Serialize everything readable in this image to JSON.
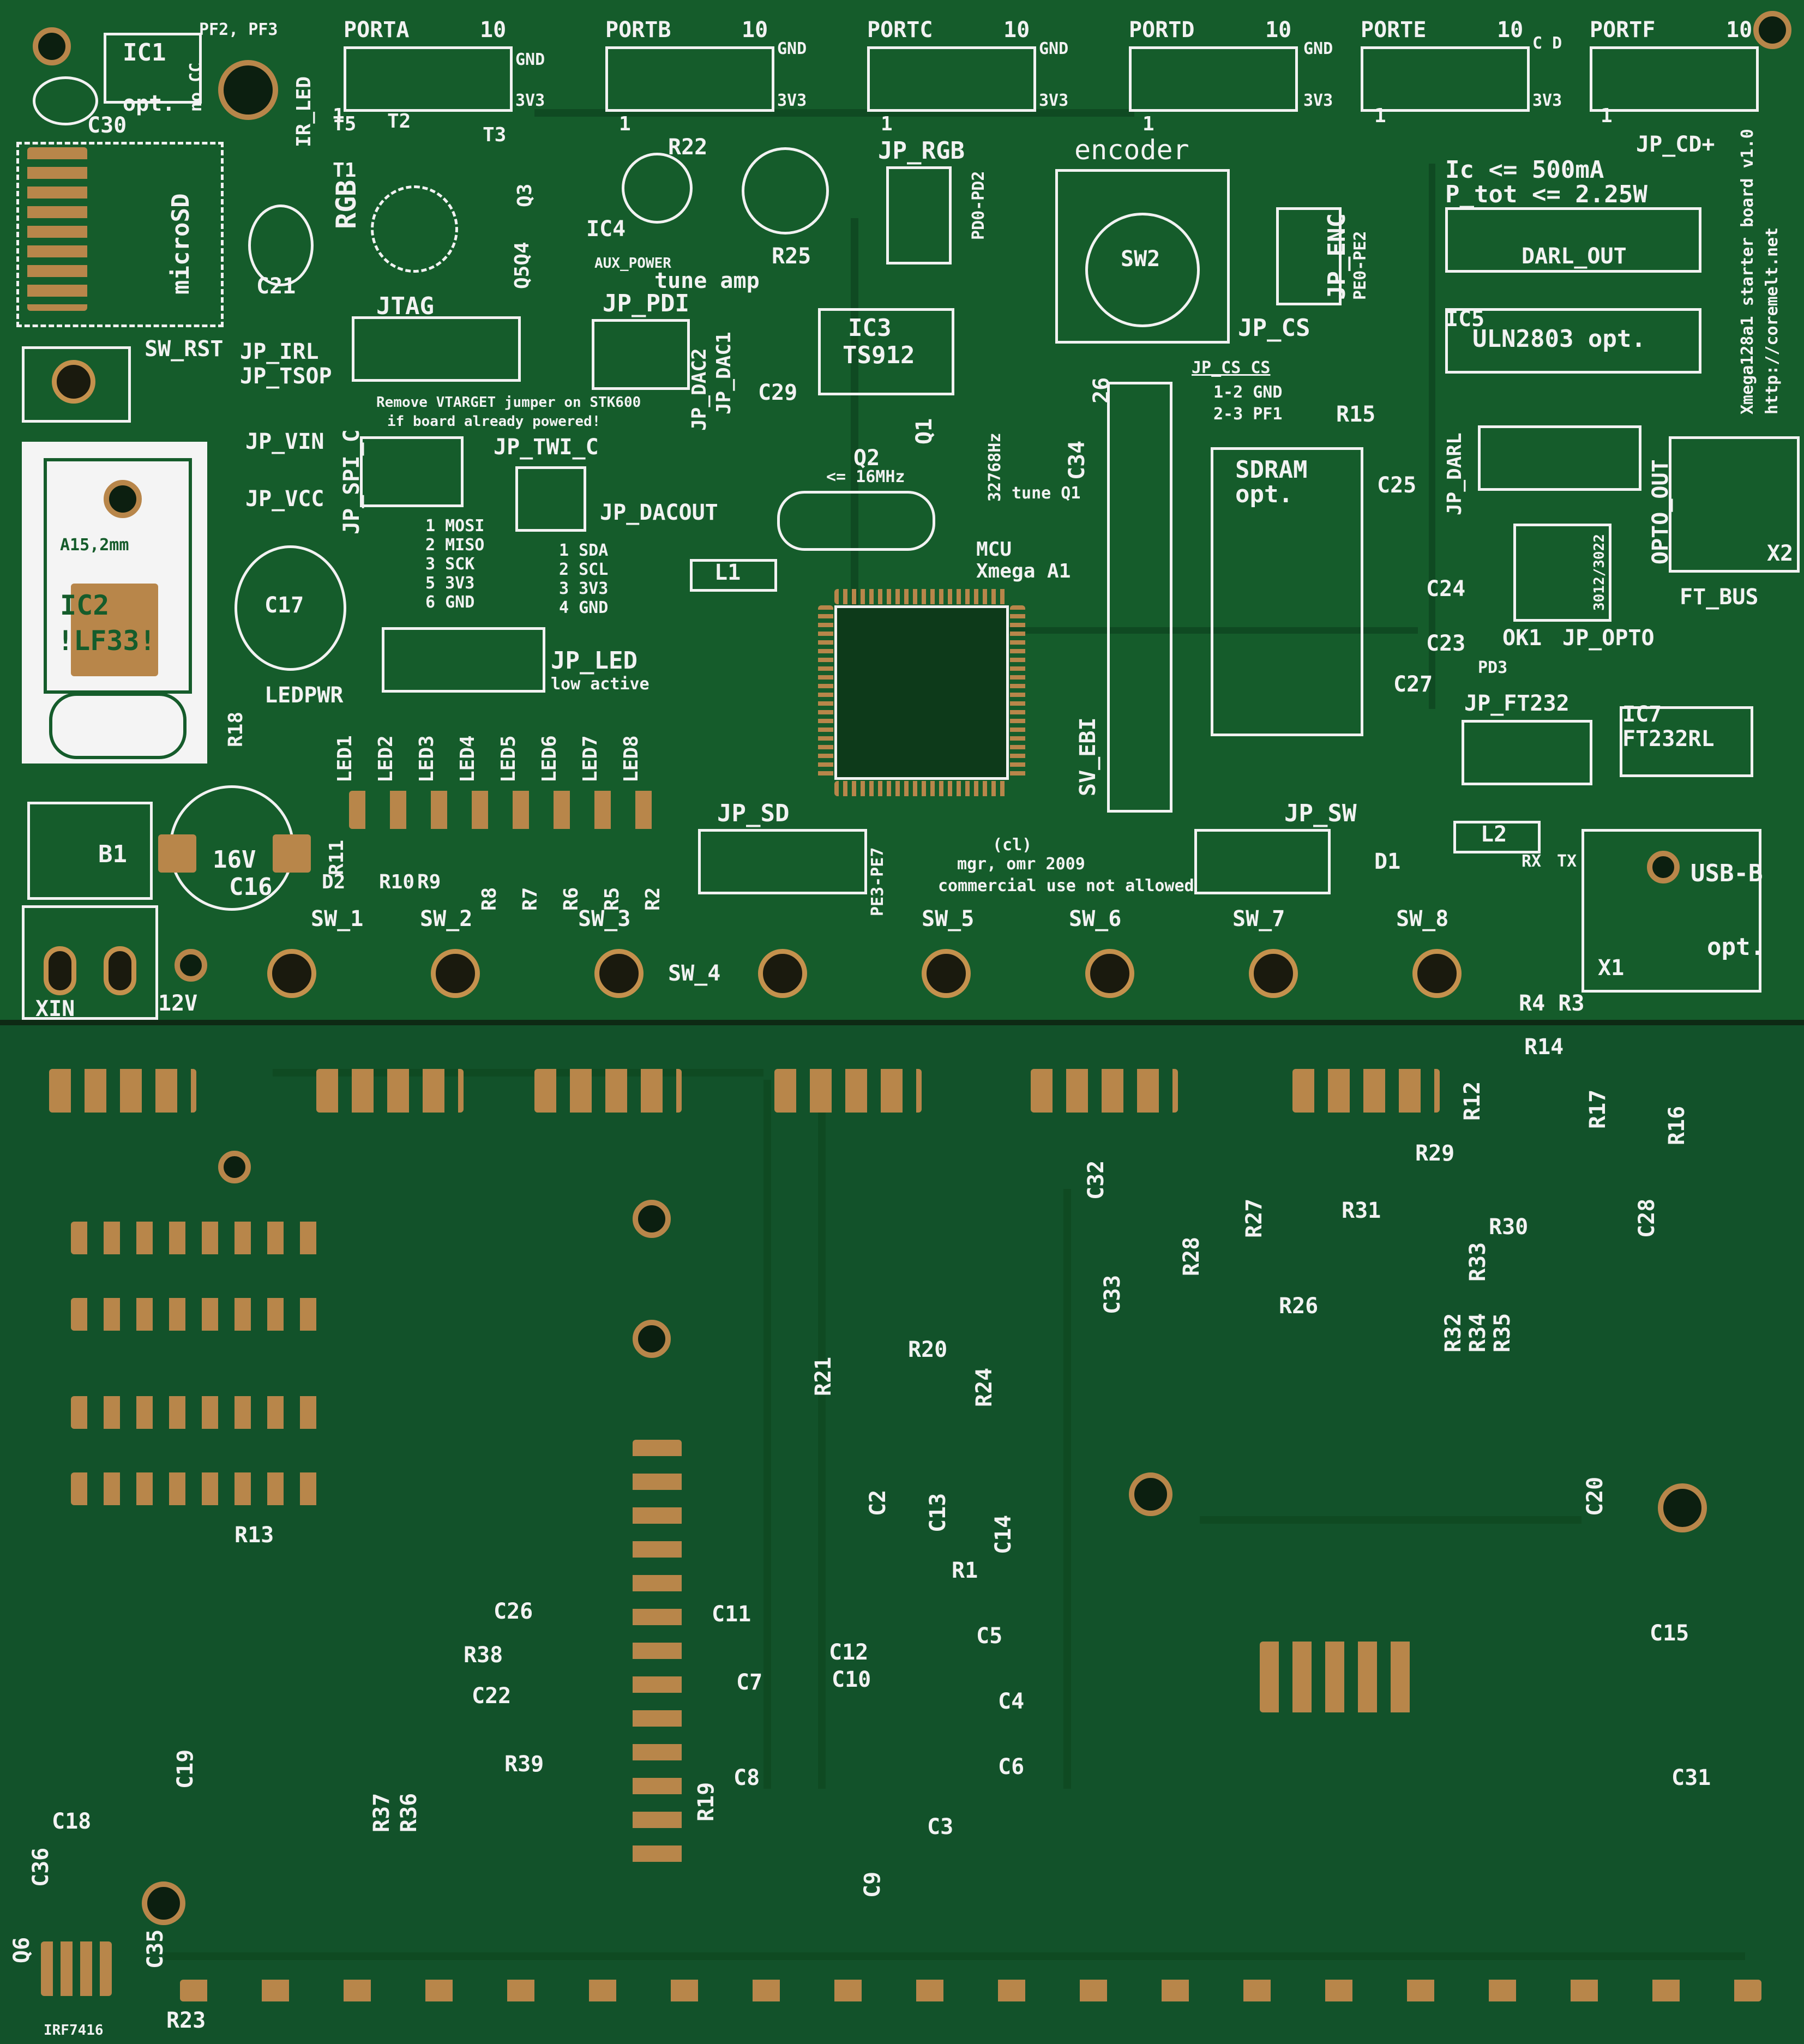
{
  "board_top": {
    "ports": [
      "PORTA",
      "PORTB",
      "PORTC",
      "PORTD",
      "PORTE",
      "PORTF"
    ],
    "port_pin10": "10",
    "port_pin1": "1",
    "gnd": "GND",
    "v33": "3V3",
    "ic1": "IC1",
    "ic1_opt": "opt.",
    "nc": "no CC",
    "pf": "PF2, PF3",
    "ir_led": "IR_LED",
    "c30": "C30",
    "microsd": "microSD",
    "t5": "T5",
    "t2": "T2",
    "t3": "T3",
    "t1": "T1",
    "rgb": "RGB",
    "q3": "Q3",
    "q5q4": "Q5Q4",
    "c21": "C21",
    "jtag": "JTAG",
    "sw_rst": "SW_RST",
    "jp_irl": "JP_IRL",
    "jp_tsop": "JP_TSOP",
    "stk_note1": "Remove VTARGET jumper on STK600",
    "stk_note2": "if board already powered!",
    "jp_vin": "JP_VIN",
    "jp_vcc": "JP_VCC",
    "jp_spi_c": "JP_SPI_C",
    "jp_twi_c": "JP_TWI_C",
    "spi_pins": [
      "1 MOSI",
      "2 MISO",
      "3 SCK",
      "5 3V3",
      "6 GND"
    ],
    "twi_pins": [
      "1 SDA",
      "2 SCL",
      "3 3V3",
      "4 GND"
    ],
    "a15": "A15,2mm",
    "ic2": "IC2",
    "lf33": "!LF33!",
    "c17": "C17",
    "ledpwr": "LEDPWR",
    "r18": "R18",
    "jp_led": "JP_LED",
    "low_active": "low active",
    "leds": [
      "LED1",
      "LED2",
      "LED3",
      "LED4",
      "LED5",
      "LED6",
      "LED7",
      "LED8"
    ],
    "b1": "B1",
    "v16": "16V",
    "c16": "C16",
    "r11": "R11",
    "r10": "R10",
    "r9": "R9",
    "d2": "D2",
    "r_row": [
      "R8",
      "R7",
      "R6",
      "R5",
      "R2"
    ],
    "xin": "XIN",
    "v12": "12V",
    "sw": [
      "SW_1",
      "SW_2",
      "SW_3",
      "SW_4",
      "SW_5",
      "SW_6",
      "SW_7",
      "SW_8"
    ],
    "r22": "R22",
    "ic4": "IC4",
    "aux_power": "AUX_POWER",
    "tune_amp": "tune amp",
    "r25": "R25",
    "jp_pdi": "JP_PDI",
    "jp_rgb": "JP_RGB",
    "pd0_pd2": "PD0-PD2",
    "ic3": "IC3",
    "ts912": "TS912",
    "c29": "C29",
    "jp_dac2": "JP_DAC2",
    "jp_dac1": "JP_DAC1",
    "q1": "Q1",
    "q2": "Q2",
    "mhz": "<= 16MHz",
    "khz": "32768Hz",
    "c34": "C34",
    "tune_q1": "tune Q1",
    "jp_dacout": "JP_DACOUT",
    "l1": "L1",
    "mcu": "MCU",
    "xmega": "Xmega A1",
    "encoder": "encoder",
    "sw2": "SW2",
    "jp_enc": "JP_ENC",
    "pe0_pe2": "PE0-PE2",
    "jp_cs": "JP_CS",
    "jp_cs_table_head": "JP_CS CS",
    "jp_cs_rows": [
      "1-2 GND",
      "2-3 PF1"
    ],
    "num26": "26",
    "sv_ebi": "SV_EBI",
    "sdram": "SDRAM",
    "sdram_opt": "opt.",
    "c25": "C25",
    "c24": "C24",
    "c23": "C23",
    "c27": "C27",
    "r15": "R15",
    "ic_limit": "Ic <= 500mA",
    "p_tot": "P_tot <= 2.25W",
    "darl_out": "DARL_OUT",
    "ic5": "IC5",
    "uln": "ULN2803 opt.",
    "jp_cd": "JP_CD+",
    "starter": "Xmega128a1 starter board v1.0",
    "url": "http://coremelt.net",
    "jp_darl": "JP_DARL",
    "opto_out": "OPTO_OUT",
    "x2": "X2",
    "opto_chip": "3012/3022",
    "ft_bus": "FT_BUS",
    "ok1": "OK1",
    "jp_opto": "JP_OPTO",
    "pd3": "PD3",
    "jp_ft232": "JP_FT232",
    "ic7": "IC7",
    "ft232rl": "FT232RL",
    "jp_sd": "JP_SD",
    "pe3_pe7": "PE3-PE7",
    "copyright1": "(cl)",
    "copyright2": "mgr, omr 2009",
    "copyright3": "commercial use not allowed",
    "jp_sw": "JP_SW",
    "l2": "L2",
    "d1": "D1",
    "rx": "RX",
    "tx": "TX",
    "usb_b": "USB-B",
    "usb_opt": "opt.",
    "x1": "X1",
    "r4r3": "R4 R3",
    "cd": "C D"
  },
  "board_bottom": {
    "labels": [
      "R14",
      "R12",
      "R17",
      "R16",
      "C32",
      "R29",
      "R27",
      "R31",
      "R30",
      "C28",
      "R28",
      "C33",
      "R33",
      "R26",
      "R32",
      "R34",
      "R35",
      "R21",
      "R20",
      "R24",
      "C20",
      "C2",
      "C13",
      "C14",
      "R13",
      "R1",
      "C26",
      "C11",
      "C15",
      "R38",
      "C5",
      "C12",
      "C10",
      "C22",
      "C7",
      "C4",
      "R39",
      "C6",
      "C19",
      "R37",
      "R36",
      "R19",
      "C8",
      "C31",
      "C18",
      "C3",
      "C36",
      "C9",
      "C35",
      "Q6",
      "R23",
      "IRF7416"
    ]
  }
}
